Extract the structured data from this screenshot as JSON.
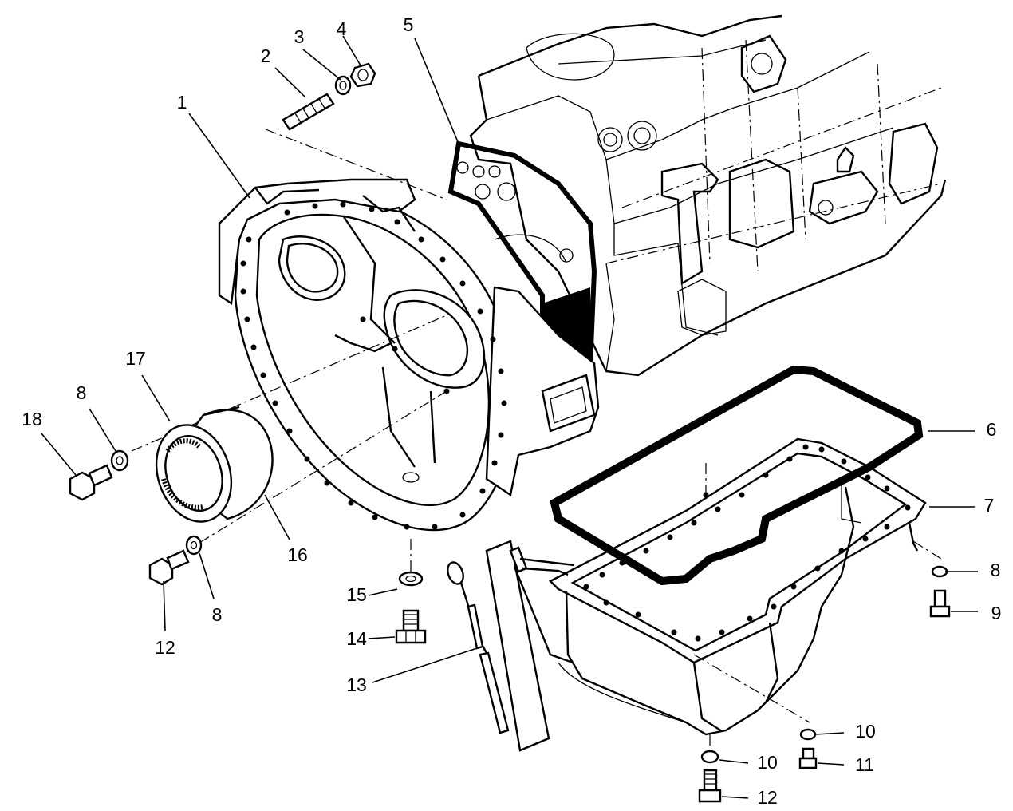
{
  "callouts": [
    {
      "id": "c1",
      "label": "1"
    },
    {
      "id": "c2",
      "label": "2"
    },
    {
      "id": "c3",
      "label": "3"
    },
    {
      "id": "c4",
      "label": "4"
    },
    {
      "id": "c5",
      "label": "5"
    },
    {
      "id": "c6",
      "label": "6"
    },
    {
      "id": "c7",
      "label": "7"
    },
    {
      "id": "c8a",
      "label": "8"
    },
    {
      "id": "c8b",
      "label": "8"
    },
    {
      "id": "c8c",
      "label": "8"
    },
    {
      "id": "c9",
      "label": "9"
    },
    {
      "id": "c10a",
      "label": "10"
    },
    {
      "id": "c10b",
      "label": "10"
    },
    {
      "id": "c11",
      "label": "11"
    },
    {
      "id": "c12a",
      "label": "12"
    },
    {
      "id": "c12b",
      "label": "12"
    },
    {
      "id": "c13",
      "label": "13"
    },
    {
      "id": "c14",
      "label": "14"
    },
    {
      "id": "c15",
      "label": "15"
    },
    {
      "id": "c16",
      "label": "16"
    },
    {
      "id": "c17",
      "label": "17"
    },
    {
      "id": "c18",
      "label": "18"
    }
  ]
}
